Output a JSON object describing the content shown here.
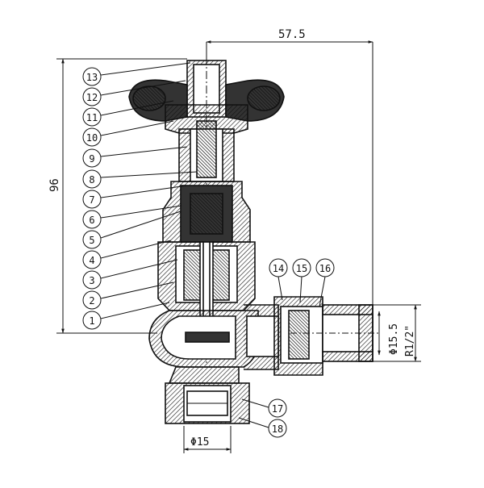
{
  "dimensions": {
    "overall_width": "57.5",
    "overall_height": "96",
    "inlet_diameter": "Φ15.5",
    "thread": "R1/2\"",
    "outlet_diameter": "Φ15"
  },
  "callouts_left": [
    "13",
    "12",
    "11",
    "10",
    "9",
    "8",
    "7",
    "6",
    "5",
    "4",
    "3",
    "2",
    "1"
  ],
  "callouts_right": [
    "14",
    "15",
    "16"
  ],
  "callouts_bottom": [
    "17",
    "18"
  ],
  "colors": {
    "line": "#111111",
    "fill_dark": "#333333",
    "background": "#ffffff"
  }
}
